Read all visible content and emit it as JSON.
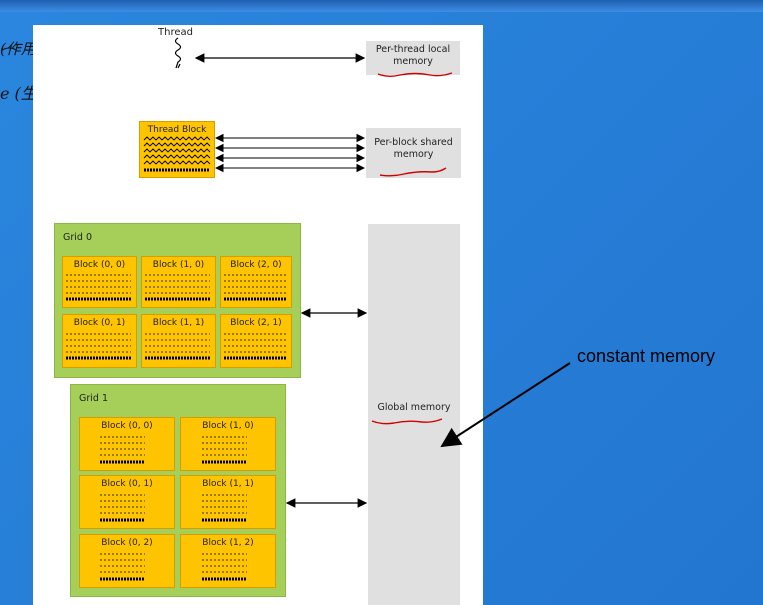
{
  "handwritten": {
    "line1": "(作用域)",
    "line2": "e (生命周期)"
  },
  "diagram": {
    "thread_label": "Thread",
    "per_thread_memory": [
      "Per-thread local",
      "memory"
    ],
    "thread_block_label": "Thread Block",
    "per_block_memory": [
      "Per-block shared",
      "memory"
    ],
    "grid0": {
      "title": "Grid 0",
      "blocks": [
        "Block (0, 0)",
        "Block (1, 0)",
        "Block (2, 0)",
        "Block (0, 1)",
        "Block (1, 1)",
        "Block (2, 1)"
      ]
    },
    "grid1": {
      "title": "Grid 1",
      "blocks": [
        "Block (0, 0)",
        "Block (1, 0)",
        "Block (0, 1)",
        "Block (1, 1)",
        "Block (0, 2)",
        "Block (1, 2)"
      ]
    },
    "global_memory": "Global memory"
  },
  "annotation": {
    "constant_memory": "constant memory"
  },
  "colors": {
    "slide_background": "#2a86de",
    "block_fill": "#ffc400",
    "grid_fill": "#a6cf5a",
    "memory_fill": "#e0e0e0",
    "underline": "#d00000"
  }
}
